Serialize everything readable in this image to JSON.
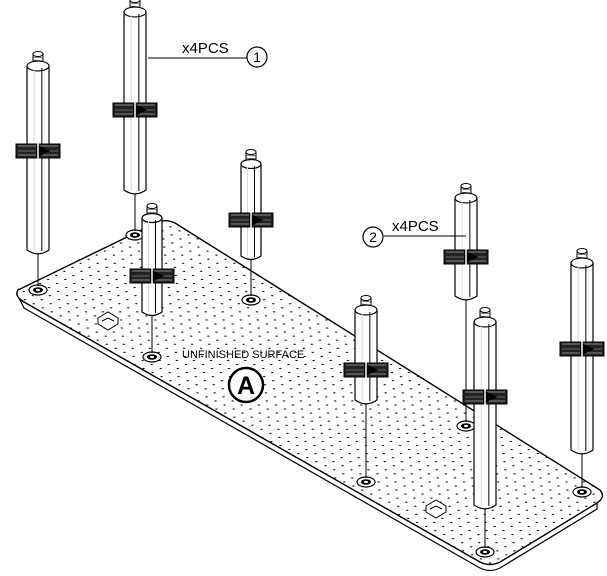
{
  "callouts": [
    {
      "number": "1",
      "quantity": "x4PCS"
    },
    {
      "number": "2",
      "quantity": "x4PCS"
    }
  ],
  "panel": {
    "surface_label": "UNFINISHED SURFACE",
    "part_letter": "A"
  },
  "icons": {
    "bracket": "clip-bracket-icon",
    "nut": "thumb-nut-icon"
  },
  "colors": {
    "line": "#000000",
    "fill": "#ffffff",
    "shade": "#d9d9d9"
  }
}
